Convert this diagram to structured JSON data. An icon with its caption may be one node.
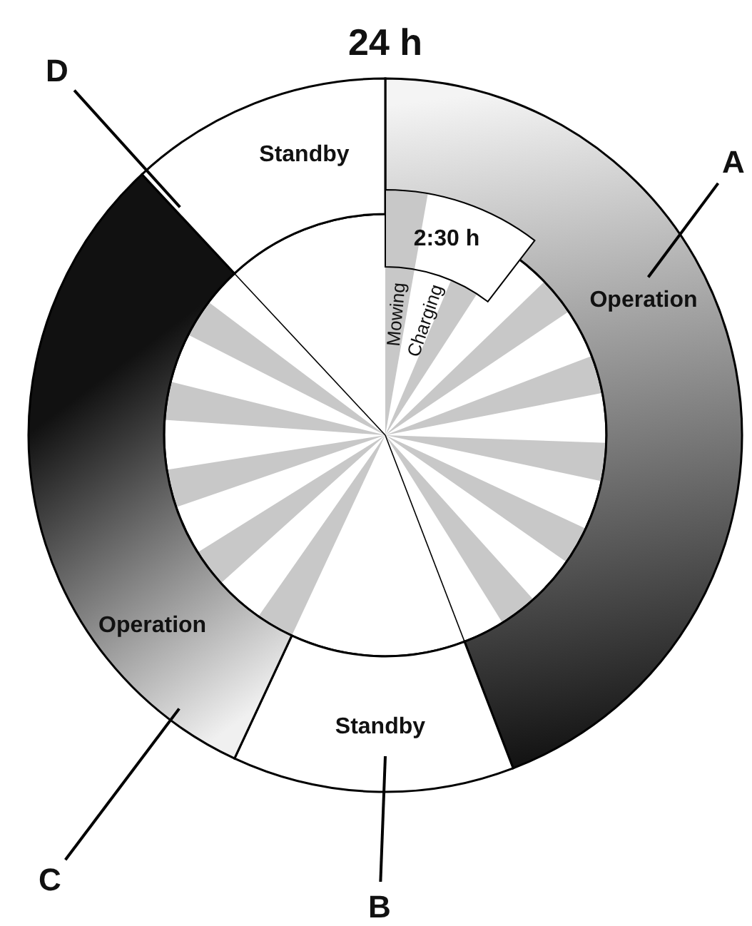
{
  "diagram": {
    "title": "24 h",
    "nodes": [
      {
        "text": [
          "A"
        ]
      },
      {
        "text": [
          "Operation"
        ]
      },
      {
        "text": [
          "B"
        ]
      },
      {
        "text": [
          "Standby"
        ]
      },
      {
        "text": [
          "C"
        ]
      },
      {
        "text": [
          "Operation"
        ]
      },
      {
        "text": [
          "D"
        ]
      },
      {
        "text": [
          "Standby"
        ]
      }
    ],
    "edges": [
      {
        "from": 0,
        "to": 1,
        "arrow": "none"
      },
      {
        "from": 2,
        "to": 3,
        "arrow": "none"
      },
      {
        "from": 4,
        "to": 5,
        "arrow": "none"
      },
      {
        "from": 6,
        "to": 7,
        "arrow": "none"
      }
    ],
    "labels": [
      "2:30 h",
      "Mowing",
      "Charging"
    ]
  }
}
